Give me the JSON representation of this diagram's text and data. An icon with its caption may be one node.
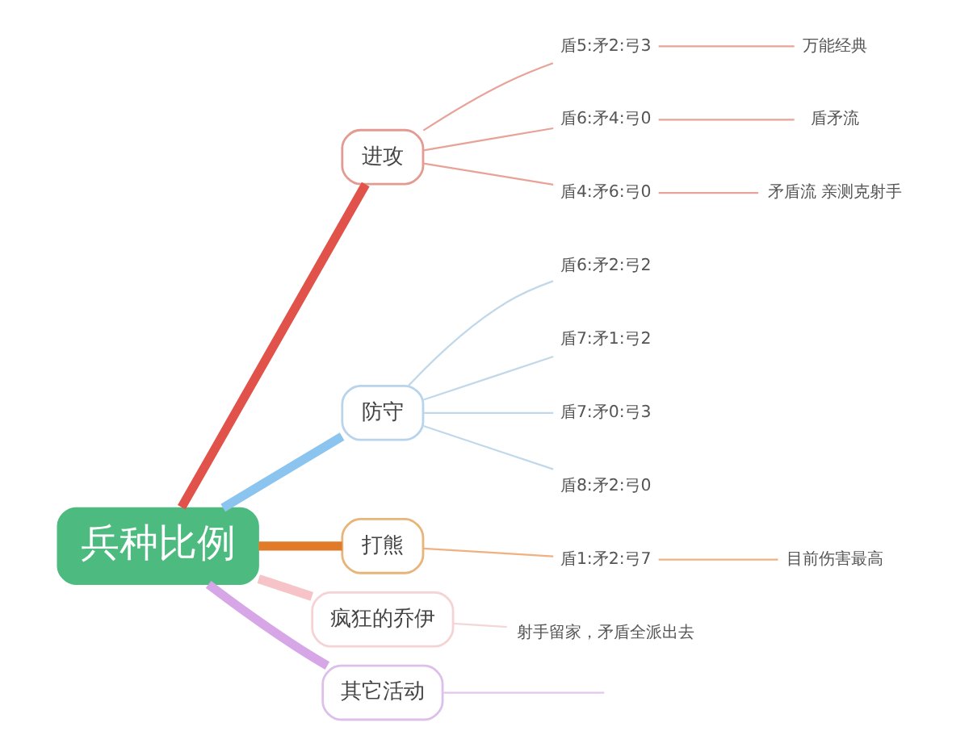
{
  "diagram": {
    "nodes": [
      {
        "text": [
          "兵种比例"
        ]
      },
      {
        "text": [
          "进攻"
        ]
      },
      {
        "text": [
          "盾5:矛2:弓3"
        ]
      },
      {
        "text": [
          "万能经典"
        ]
      },
      {
        "text": [
          "盾6:矛4:弓0"
        ]
      },
      {
        "text": [
          "盾矛流"
        ]
      },
      {
        "text": [
          "盾4:矛6:弓0"
        ]
      },
      {
        "text": [
          "矛盾流 亲测克射手"
        ]
      },
      {
        "text": [
          "防守"
        ]
      },
      {
        "text": [
          "盾6:矛2:弓2"
        ]
      },
      {
        "text": [
          "盾7:矛1:弓2"
        ]
      },
      {
        "text": [
          "盾7:矛0:弓3"
        ]
      },
      {
        "text": [
          "盾8:矛2:弓0"
        ]
      },
      {
        "text": [
          "打熊"
        ]
      },
      {
        "text": [
          "盾1:矛2:弓7"
        ]
      },
      {
        "text": [
          "目前伤害最高"
        ]
      },
      {
        "text": [
          "疯狂的乔伊"
        ]
      },
      {
        "text": [
          "射手留家，矛盾全派出去"
        ]
      },
      {
        "text": [
          "其它活动"
        ]
      }
    ],
    "edges": [
      {
        "from": 0,
        "to": 1,
        "arrow": "none",
        "style": "thick",
        "color": "#e0524a"
      },
      {
        "from": 1,
        "to": 2,
        "arrow": "none",
        "color": "#e8a398"
      },
      {
        "from": 2,
        "to": 3,
        "arrow": "none",
        "color": "#e8a398"
      },
      {
        "from": 1,
        "to": 4,
        "arrow": "none",
        "color": "#e8a398"
      },
      {
        "from": 4,
        "to": 5,
        "arrow": "none",
        "color": "#e8a398"
      },
      {
        "from": 1,
        "to": 6,
        "arrow": "none",
        "color": "#e8a398"
      },
      {
        "from": 6,
        "to": 7,
        "arrow": "none",
        "color": "#e8a398"
      },
      {
        "from": 0,
        "to": 8,
        "arrow": "none",
        "style": "thick",
        "color": "#8cc4f0"
      },
      {
        "from": 8,
        "to": 9,
        "arrow": "none",
        "color": "#c0d8ea"
      },
      {
        "from": 8,
        "to": 10,
        "arrow": "none",
        "color": "#c0d8ea"
      },
      {
        "from": 8,
        "to": 11,
        "arrow": "none",
        "color": "#c0d8ea"
      },
      {
        "from": 8,
        "to": 12,
        "arrow": "none",
        "color": "#c0d8ea"
      },
      {
        "from": 0,
        "to": 13,
        "arrow": "none",
        "style": "thick",
        "color": "#e07b2a"
      },
      {
        "from": 13,
        "to": 14,
        "arrow": "none",
        "color": "#f0b080"
      },
      {
        "from": 14,
        "to": 15,
        "arrow": "none",
        "color": "#f0b080"
      },
      {
        "from": 0,
        "to": 16,
        "arrow": "none",
        "style": "thick",
        "color": "#f6c4c8"
      },
      {
        "from": 16,
        "to": 17,
        "arrow": "none",
        "color": "#f3d6d8"
      },
      {
        "from": 0,
        "to": 18,
        "arrow": "none",
        "style": "thick",
        "color": "#d7a6e6"
      },
      {
        "from": 18,
        "to": null,
        "arrow": "none",
        "color": "#e3c6ee"
      }
    ]
  }
}
